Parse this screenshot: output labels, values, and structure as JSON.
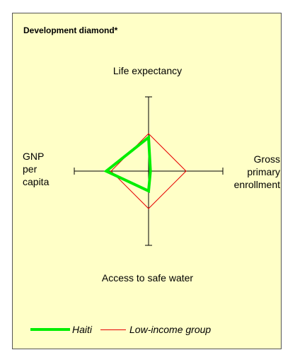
{
  "chart_data": {
    "type": "radar",
    "title": "Development diamond*",
    "axes": [
      "Life expectancy",
      "Gross primary enrollment",
      "Access to safe water",
      "GNP per capita"
    ],
    "axis_label_lines": {
      "top": [
        "Life expectancy"
      ],
      "right": [
        "Gross",
        "primary",
        "enrollment"
      ],
      "bottom": [
        "Access to safe water"
      ],
      "left": [
        "GNP",
        "per",
        "capita"
      ]
    },
    "reference_value": 1.0,
    "series": [
      {
        "name": "Haiti",
        "values": [
          0.9,
          0.05,
          0.53,
          1.13
        ],
        "color": "#00ee00"
      },
      {
        "name": "Low-income group",
        "values": [
          1.0,
          1.0,
          1.0,
          1.0
        ],
        "color": "#e60000"
      }
    ],
    "legend_position": "bottom"
  }
}
